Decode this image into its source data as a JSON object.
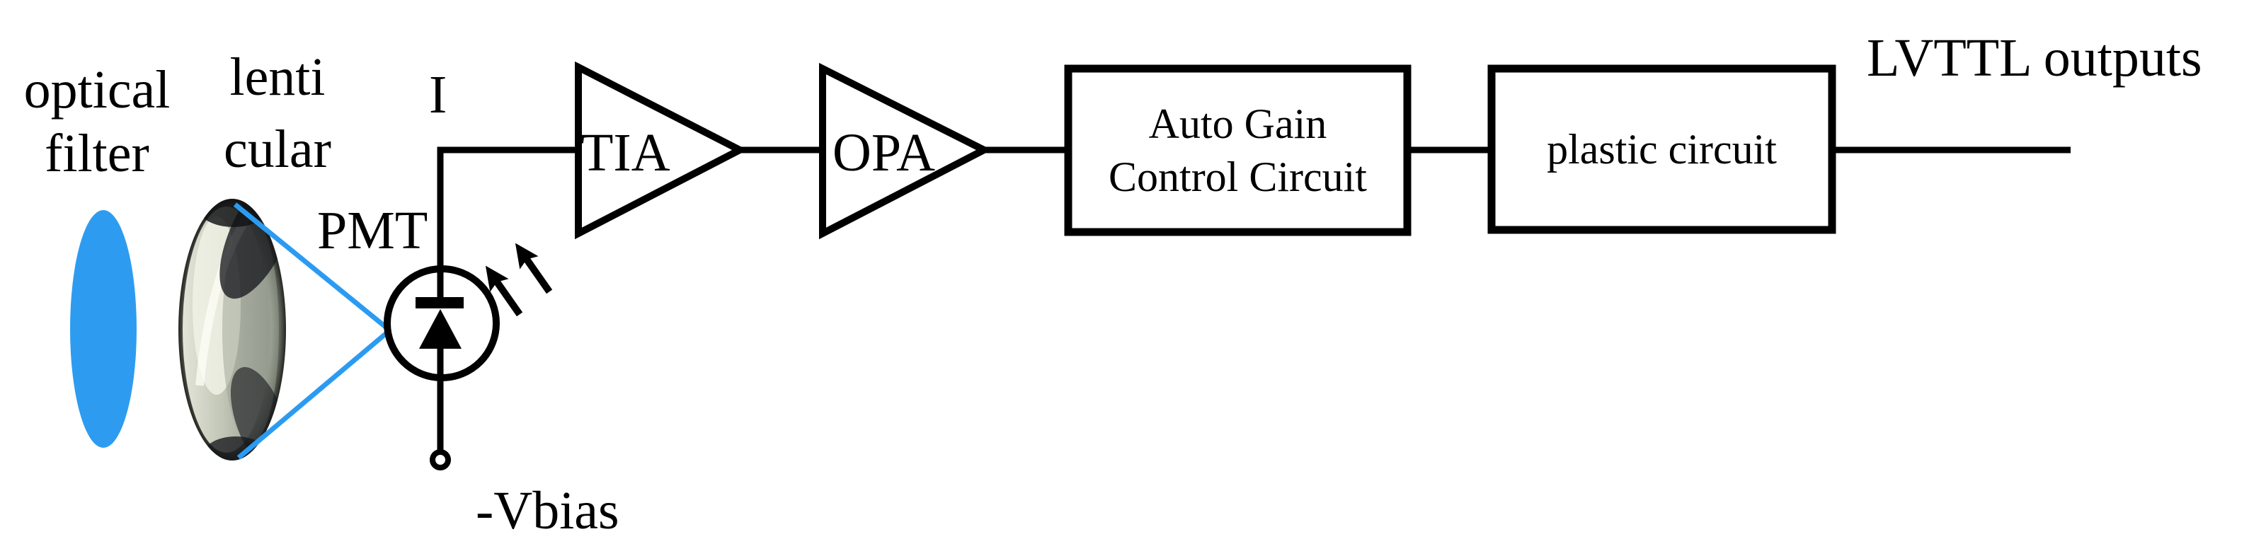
{
  "colors": {
    "beam_blue": "#2B9BF2",
    "filter_blue": "#2D9CF0",
    "wire_black": "#000000",
    "background": "#FFFFFF"
  },
  "optics": {
    "filter_label_line1": "optical",
    "filter_label_line2": "filter",
    "lens_label_line1": "lenti",
    "lens_label_line2": "cular"
  },
  "detector": {
    "name": "PMT",
    "output_current_label": "I",
    "bias_label": "-Vbias"
  },
  "amplifiers": [
    {
      "label": "TIA"
    },
    {
      "label": "OPA"
    }
  ],
  "blocks": [
    {
      "label_line1": "Auto Gain",
      "label_line2": "Control Circuit"
    },
    {
      "label": "plastic circuit"
    }
  ],
  "output": {
    "label": "LVTTL outputs"
  }
}
